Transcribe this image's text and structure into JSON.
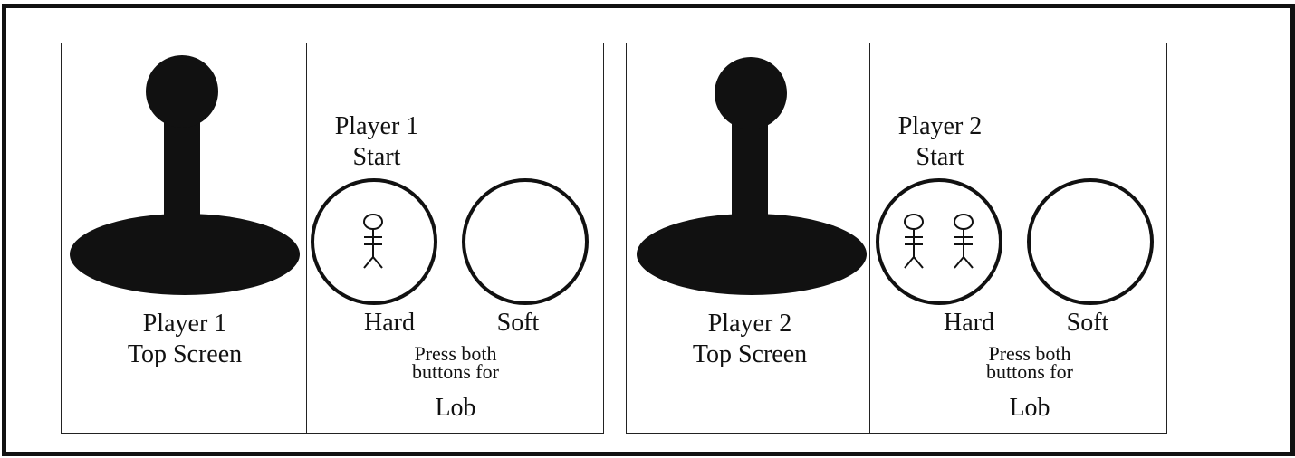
{
  "panels": [
    {
      "joystick_label_line1": "Player 1",
      "joystick_label_line2": "Top Screen",
      "start_label_line1": "Player 1",
      "start_label_line2": "Start",
      "hard_label": "Hard",
      "soft_label": "Soft",
      "note_line1": "Press both",
      "note_line2": "buttons for",
      "lob_label": "Lob",
      "player_count_icons": 1
    },
    {
      "joystick_label_line1": "Player 2",
      "joystick_label_line2": "Top Screen",
      "start_label_line1": "Player 2",
      "start_label_line2": "Start",
      "hard_label": "Hard",
      "soft_label": "Soft",
      "note_line1": "Press both",
      "note_line2": "buttons for",
      "lob_label": "Lob",
      "player_count_icons": 2
    }
  ],
  "colors": {
    "ink": "#111111",
    "paper": "#ffffff"
  }
}
